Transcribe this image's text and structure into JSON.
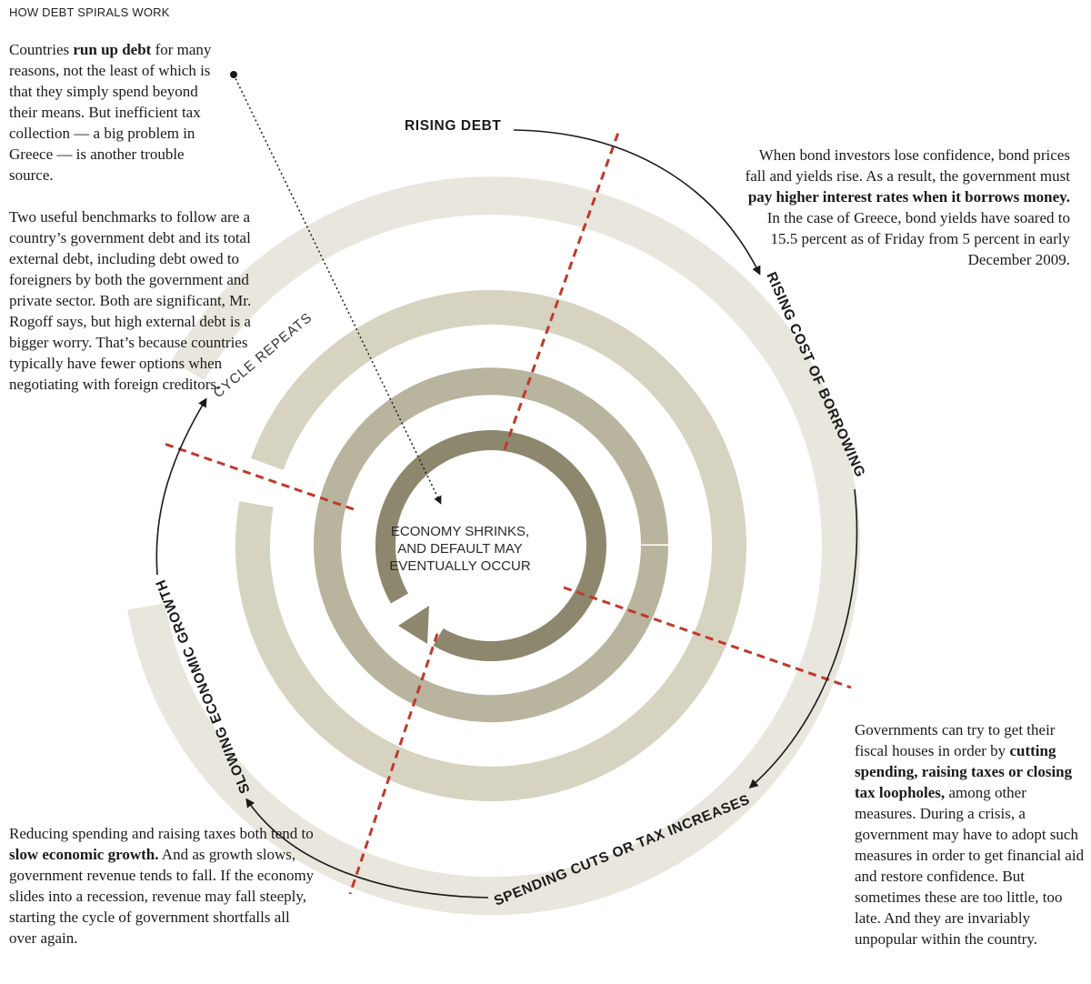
{
  "header": "HOW DEBT SPIRALS WORK",
  "stages": {
    "rising_debt": "RISING DEBT",
    "rising_cost": "RISING COST OF BORROWING",
    "spending_cuts": "SPENDING CUTS OR TAX INCREASES",
    "slowing_growth": "SLOWING ECONOMIC GROWTH",
    "cycle_repeats": "CYCLE REPEATS"
  },
  "center": {
    "line1": "ECONOMY SHRINKS,",
    "line2": "AND DEFAULT MAY",
    "line3": "EVENTUALLY OCCUR"
  },
  "notes": {
    "debt": {
      "t1": "Countries ",
      "b1": "run up debt",
      "t2": " for many reasons, not the least of which is that they simply spend beyond their means. But inefficient tax collection — a big problem in Greece — is another trouble source."
    },
    "benchmarks": "Two useful benchmarks to follow are a country’s government debt and its total external debt, including debt owed to foreigners by both the government and private sector. Both are significant, Mr. Rogoff says, but high external debt is a bigger worry. That’s because countries typically have fewer options when negotiating with foreign creditors.",
    "bonds": {
      "t1": "When bond investors lose confidence, bond prices fall and yields rise. As a result, the government must ",
      "b1": "pay higher interest rates when it borrows money.",
      "t2": " In the case of Greece, bond yields have soared to 15.5 percent as of Friday from 5 percent in early December 2009."
    },
    "fiscal": {
      "t1": "Governments can try to get their fiscal houses in order by ",
      "b1": "cutting spending, raising taxes or closing tax loopholes,",
      "t2": " among other measures. During a crisis, a government may have to adopt such measures in order to get financial aid and restore confidence. But sometimes these are too little, too late. And they are invariably unpopular within the country."
    },
    "growth": {
      "t1": "Reducing spending and raising taxes both tend to ",
      "b1": "slow economic growth.",
      "t2": " And as growth slows, government revenue tends to fall. If the economy slides into a recession, revenue may fall steeply, starting the cycle of government shortfalls all over again."
    }
  },
  "colors": {
    "band_outer": "#e8e6dd",
    "band_2": "#d7d3c1",
    "band_3": "#b9b49d",
    "band_inner": "#8c876d",
    "divider": "#c0392b",
    "arrow": "#1a1a1a"
  }
}
